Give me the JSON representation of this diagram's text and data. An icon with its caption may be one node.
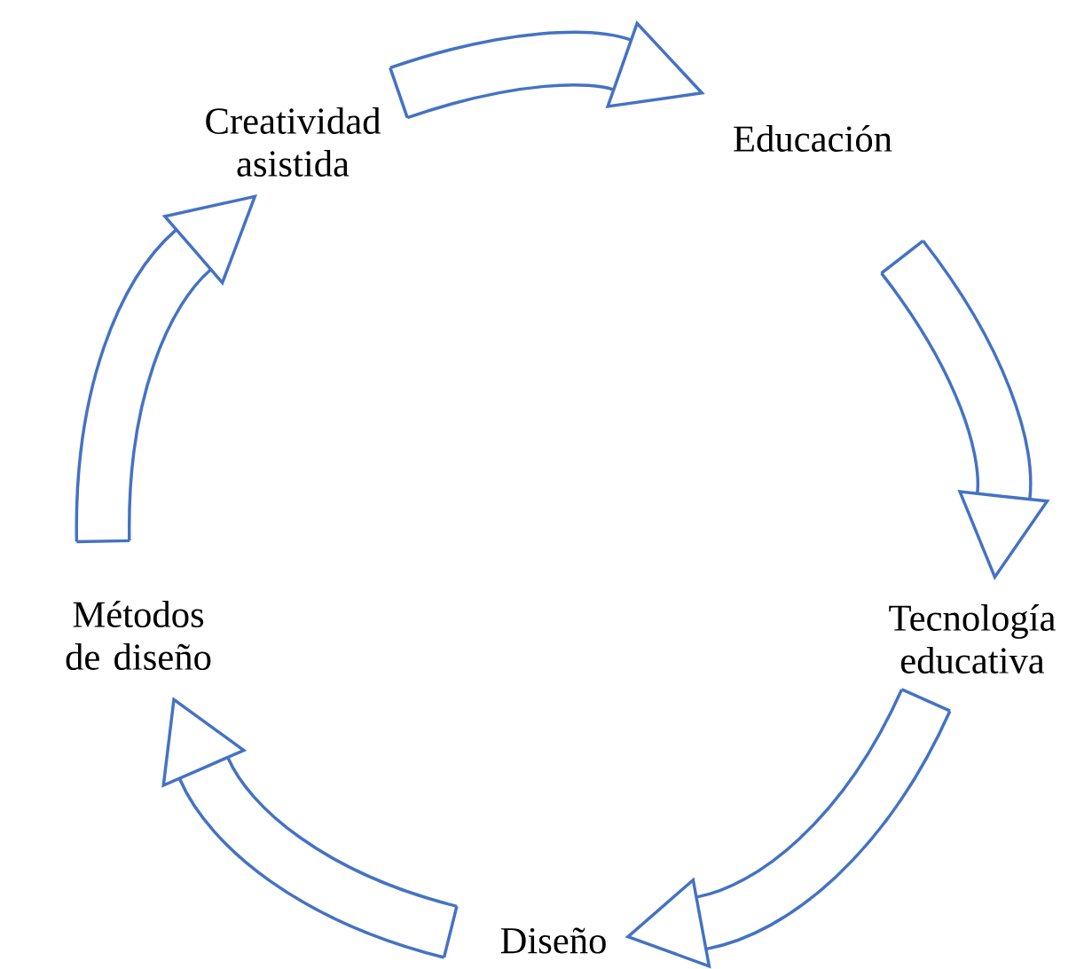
{
  "diagram": {
    "nodes": [
      {
        "text": [
          "Educación"
        ]
      },
      {
        "text": [
          "Tecnología educativa"
        ]
      },
      {
        "text": [
          "Diseño"
        ]
      },
      {
        "text": [
          "Métodos de diseño"
        ]
      },
      {
        "text": [
          "Creatividad asistida"
        ]
      }
    ],
    "edges": [
      {
        "from": 4,
        "to": 0,
        "arrow": "to"
      },
      {
        "from": 0,
        "to": 1,
        "arrow": "to"
      },
      {
        "from": 1,
        "to": 2,
        "arrow": "to"
      },
      {
        "from": 2,
        "to": 3,
        "arrow": "to"
      },
      {
        "from": 3,
        "to": 4,
        "arrow": "to"
      }
    ]
  }
}
